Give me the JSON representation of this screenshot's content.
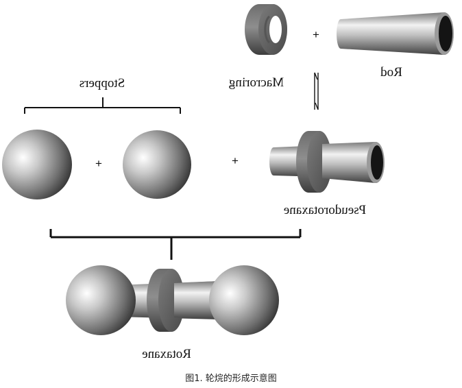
{
  "labels": {
    "macroring": "Macroring",
    "rod": "Rod",
    "stoppers": "Stoppers",
    "pseudorotaxane": "Pseudorotaxane",
    "rotaxane": "Rotaxane"
  },
  "operators": {
    "plus": "+"
  },
  "caption": "图1. 轮烷的形成示意图",
  "notes": {
    "text_mirrored": "mirrored"
  }
}
